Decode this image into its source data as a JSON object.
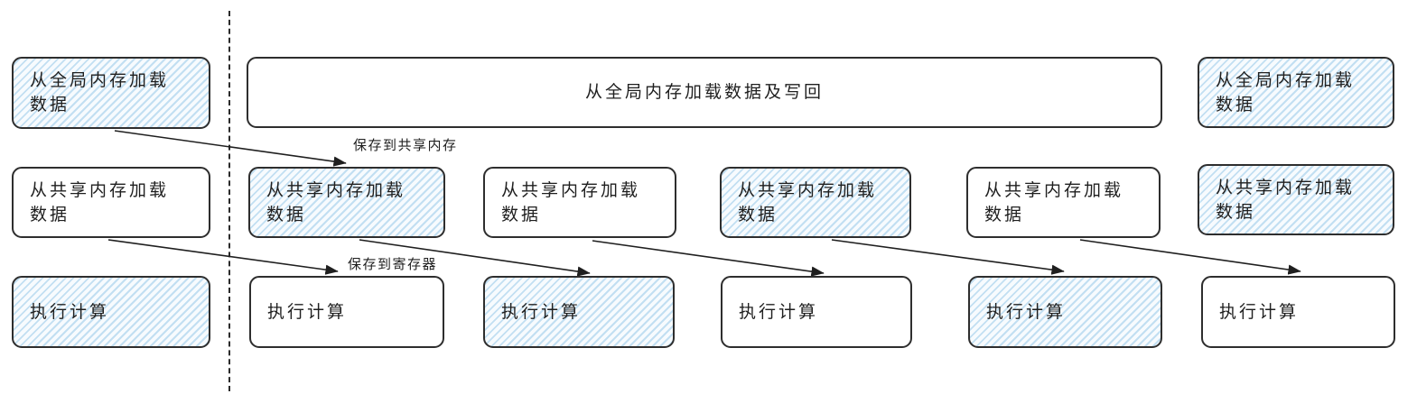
{
  "diagram_title": "pipelined-gpu-memory-compute-stages",
  "colors": {
    "background": "#ffffff",
    "box_border": "#2e2e2e",
    "hatch_stripe": "#c2dff2",
    "hatch_base": "#f7fbfe",
    "text": "#1f1f1f"
  },
  "nodes": {
    "load_global": {
      "line1": "从全局内存加载",
      "line2": "数据"
    },
    "load_global_writeback": "从全局内存加载数据及写回",
    "load_shared": {
      "line1": "从共享内存加载",
      "line2": "数据"
    },
    "compute": "执行计算"
  },
  "arrow_labels": {
    "save_to_shared": "保存到共享内存",
    "save_to_register": "保存到寄存器"
  },
  "grid": {
    "columns": 6,
    "row_names": [
      "load-global-memory",
      "load-shared-memory",
      "compute"
    ],
    "hatched_cells": {
      "row_global": [
        0,
        5
      ],
      "row_shared": [
        1,
        3,
        5
      ],
      "row_compute": [
        0,
        2,
        4
      ]
    }
  }
}
